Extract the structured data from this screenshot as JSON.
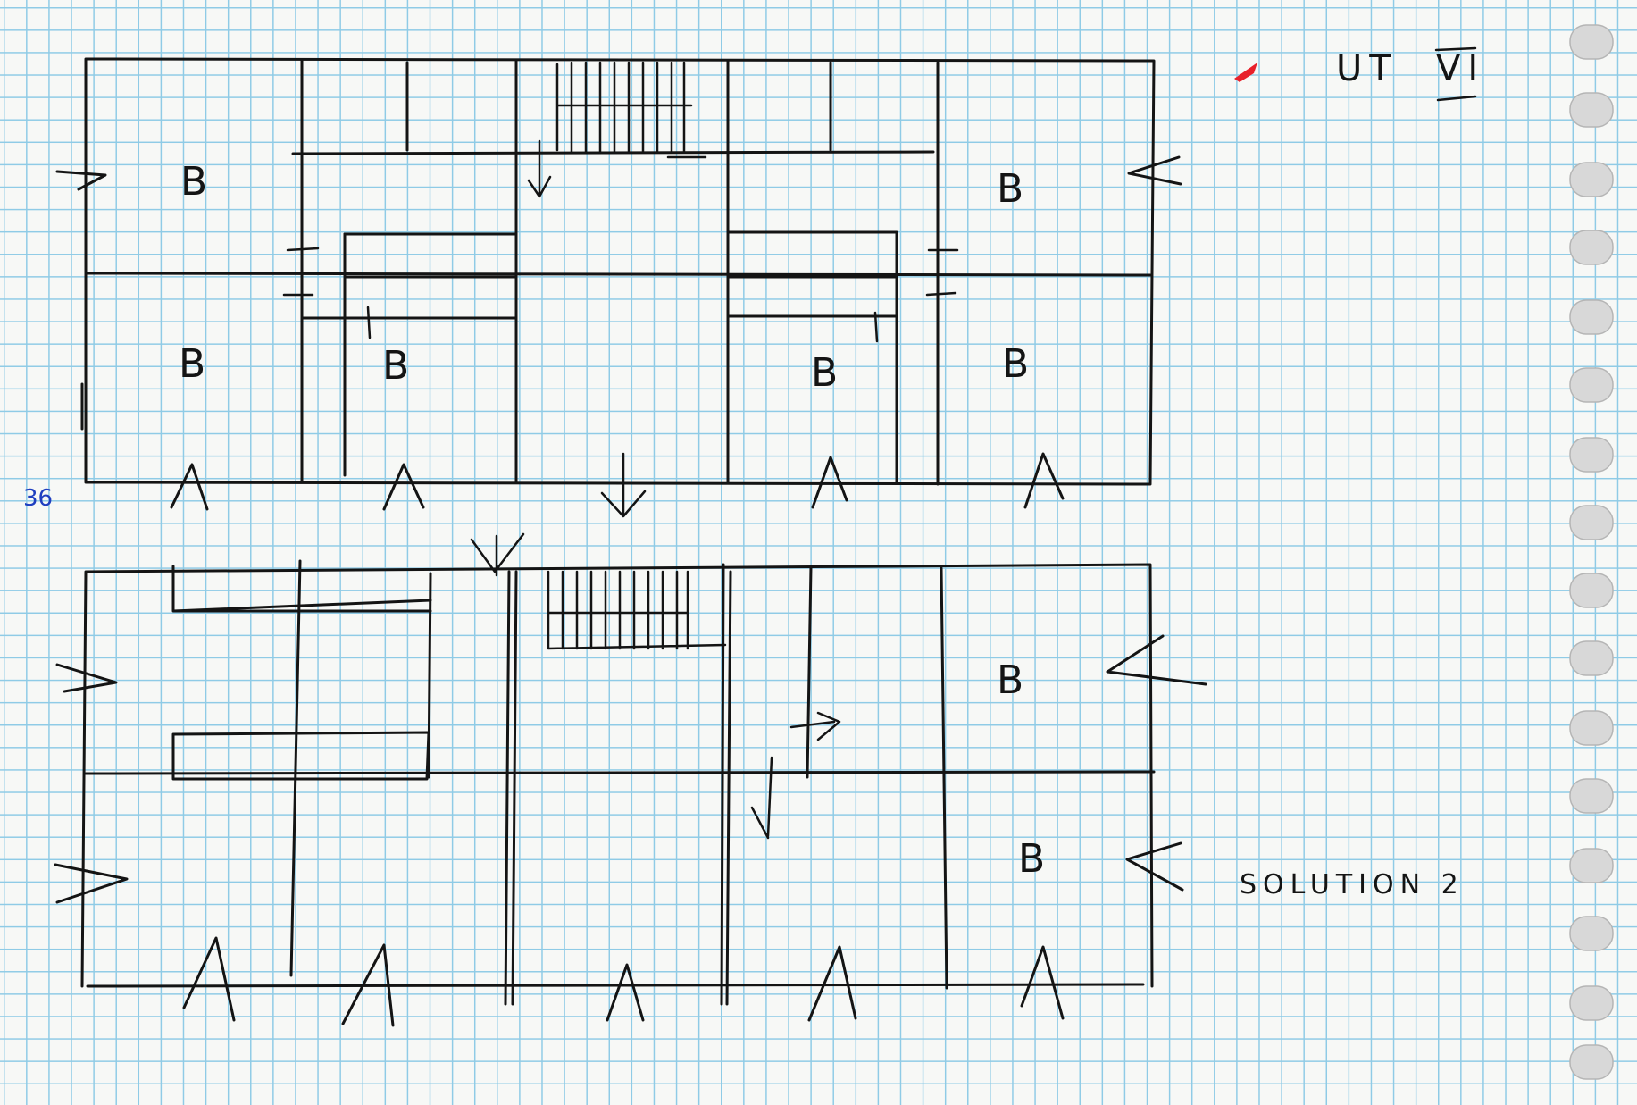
{
  "page": {
    "top_code": "UT",
    "top_code_roman": "VI",
    "solution_label": "SOLUTION 2",
    "margin_number": "36"
  },
  "room_label": "B",
  "colors": {
    "ink": "#141414",
    "grid": "#8fcbe6",
    "paper": "#f7f8f6",
    "red_mark": "#e8202a",
    "blue_number": "#1f3fc0"
  }
}
